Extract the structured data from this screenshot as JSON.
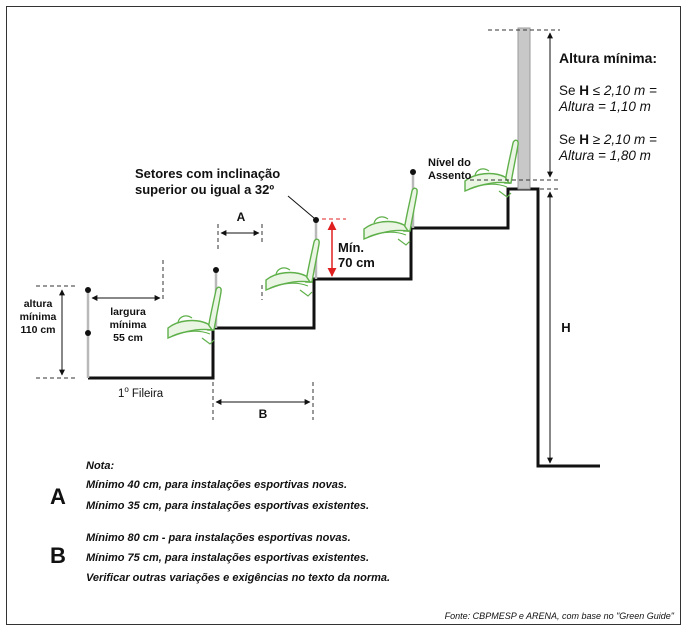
{
  "labels": {
    "altura_title": "altura",
    "altura_min": "mínima",
    "altura_val": "110 cm",
    "largura_title": "largura",
    "largura_min": "mínima",
    "largura_val": "55 cm",
    "fileira_num": "1",
    "fileira_sup": "o",
    "fileira_text": "Fileira",
    "label_a": "A",
    "label_b": "B",
    "label_h": "H",
    "setores_line1": "Setores com inclinação",
    "setores_line2": "superior ou igual a 32º",
    "min_line1": "Mín.",
    "min_line2": "70 cm",
    "nivel_line1": "Nível do",
    "nivel_line2": "Assento"
  },
  "altura_panel": {
    "title": "Altura mínima:",
    "case1_pre": "Se ",
    "case1_h": "H",
    "case1_cond": " ≤ 2,10 m =",
    "case1_result": "Altura = 1,10 m",
    "case2_pre": "Se ",
    "case2_h": "H",
    "case2_cond": " ≥ 2,10 m =",
    "case2_result": "Altura = 1,80 m"
  },
  "notes": {
    "nota": "Nota:",
    "a_letter": "A",
    "a_line1": "Mínimo 40 cm, para instalações esportivas novas.",
    "a_line2": "Mínimo 35 cm, para instalações esportivas existentes.",
    "b_letter": "B",
    "b_line1": "Mínimo 80 cm - para instalações esportivas novas.",
    "b_line2": "Mínimo 75 cm, para instalações esportivas existentes.",
    "b_line3": "Verificar outras variações e exigências no texto da norma."
  },
  "source": "Fonte: CBPMESP e ARENA, com base no \"Green Guide\"",
  "colors": {
    "stairs": "#111111",
    "seat_green": "#5fb04a",
    "red_dimension": "#e02020",
    "pole_gray": "#c8c8c8"
  }
}
